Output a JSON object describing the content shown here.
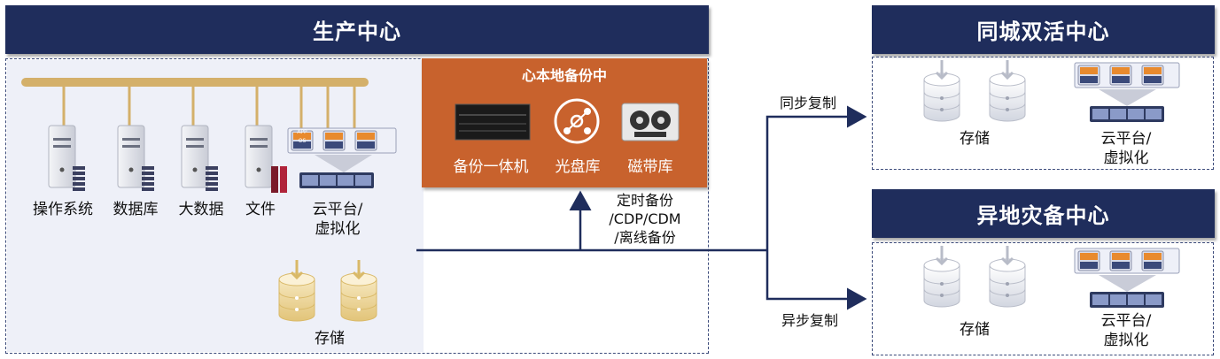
{
  "production": {
    "title": "生产中心",
    "systems": [
      "操作系统",
      "数据库",
      "大数据",
      "文件"
    ],
    "cloud_label": [
      "云平台/",
      "虚拟化"
    ],
    "storage_label": "存储",
    "vm_tags": {
      "app": "APP",
      "os": "OS"
    }
  },
  "backup": {
    "title": "心本地备份中",
    "items": [
      "备份一体机",
      "光盘库",
      "磁带库"
    ]
  },
  "backup_policy": [
    "定时备份",
    "/CDP/CDM",
    "/离线备份"
  ],
  "sync_label": "同步复制",
  "async_label": "异步复制",
  "active_center": {
    "title": "同城双活中心",
    "storage_label": "存储",
    "cloud_label": [
      "云平台/",
      "虚拟化"
    ]
  },
  "dr_center": {
    "title": "异地灾备中心",
    "storage_label": "存储",
    "cloud_label": [
      "云平台/",
      "虚拟化"
    ]
  },
  "colors": {
    "header": "#1f2d5c",
    "backup_orange": "#c8622d",
    "bus_gold": "#d4b06a",
    "line": "#1f2d5c",
    "prod_bg": "#eef0f8"
  }
}
